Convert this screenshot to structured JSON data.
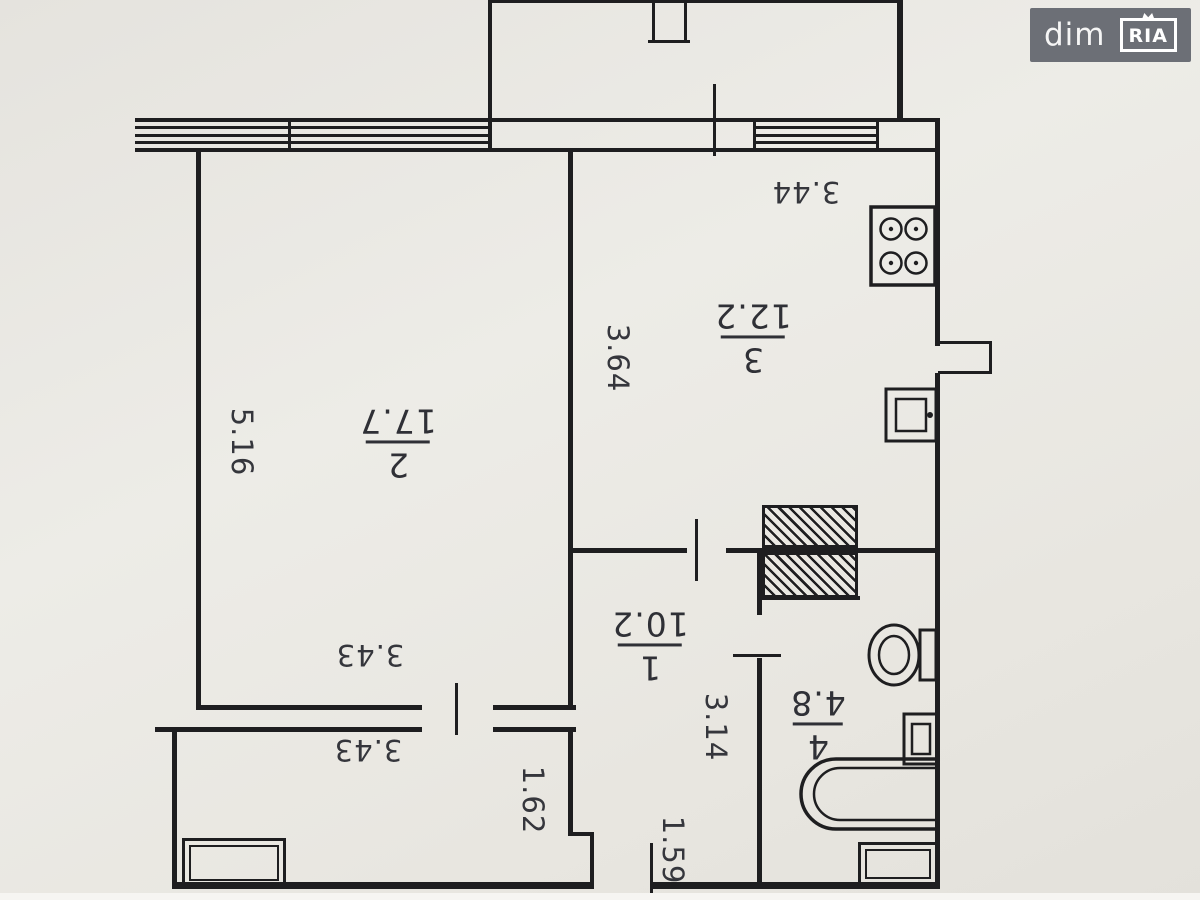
{
  "watermark": {
    "brand": "dim",
    "logo": "RIA"
  },
  "rooms": {
    "hall": {
      "number": "1",
      "area": "10.2"
    },
    "living": {
      "number": "2",
      "area": "17.7"
    },
    "kitchen": {
      "number": "3",
      "area": "12.2"
    },
    "bathroom": {
      "number": "4",
      "area": "4.8"
    }
  },
  "dimensions": {
    "living_depth": "5.16",
    "living_width": "3.43",
    "hall_width": "3.43",
    "kitchen_depth": "3.64",
    "kitchen_width": "3.44",
    "corridor_depth": "3.14",
    "entry_width": "1.62",
    "entry_depth": "1.59"
  }
}
